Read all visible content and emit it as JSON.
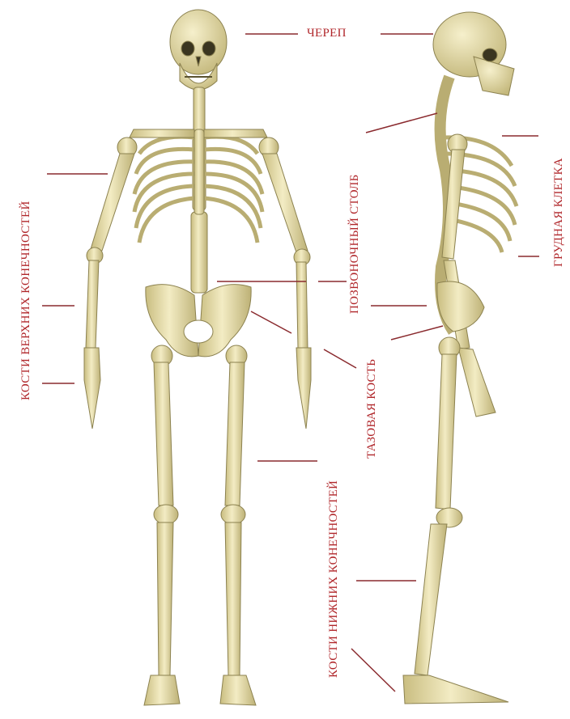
{
  "labels": {
    "skull": "ЧЕРЕП",
    "spine": "ПОЗВОНОЧНЫЙ СТОЛБ",
    "chest": "ГРУДНАЯ КЛЕТКА",
    "upper_limbs": "КОСТИ ВЕРХНИХ КОНЕЧНОСТЕЙ",
    "pelvis": "ТАЗОВАЯ КОСТЬ",
    "lower_limbs": "КОСТИ НИЖНИХ КОНЕЧНОСТЕЙ"
  },
  "colors": {
    "label": "#b0262a",
    "line": "#8a2a2e",
    "bone": "#ece4b2",
    "bone_shade": "#b9ad72",
    "bone_outline": "#8c8250"
  },
  "views": [
    "front-skeleton",
    "side-skeleton"
  ]
}
